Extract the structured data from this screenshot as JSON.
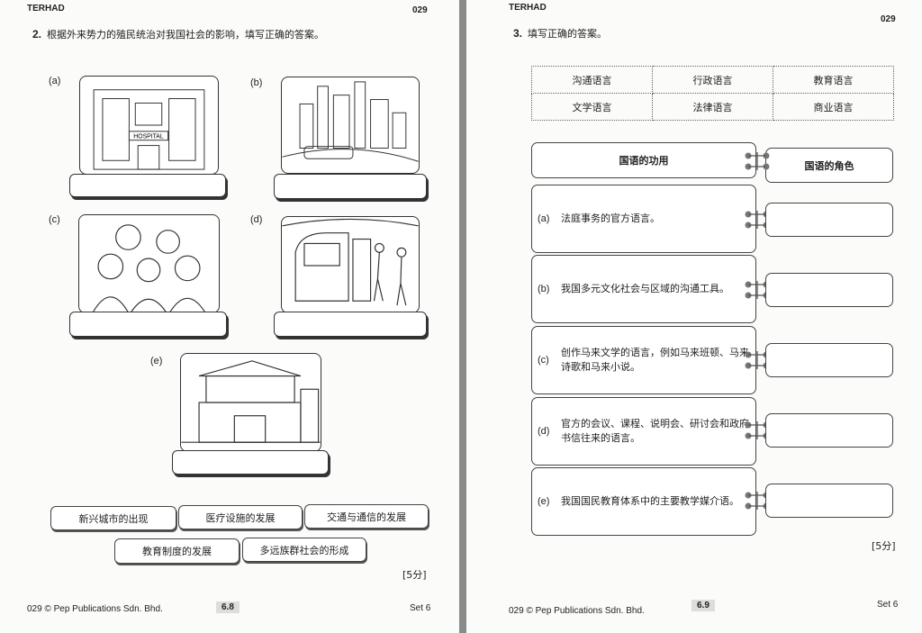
{
  "left_page": {
    "header": "TERHAD",
    "code": "029",
    "question_number": "2.",
    "question": "根据外来势力的殖民统治对我国社会的影响，填写正确的答案。",
    "pictures": [
      {
        "label": "(a)",
        "subject": "hospital-building",
        "sign": "HOSPITAL"
      },
      {
        "label": "(b)",
        "subject": "modern-city"
      },
      {
        "label": "(c)",
        "subject": "multiracial-children"
      },
      {
        "label": "(d)",
        "subject": "train-station"
      },
      {
        "label": "(e)",
        "subject": "school-building"
      }
    ],
    "options": [
      "新兴城市的出现",
      "医疗设施的发展",
      "交通与通信的发展",
      "教育制度的发展",
      "多远族群社会的形成"
    ],
    "marks": "[5分]",
    "footer": {
      "publisher": "029 © Pep Publications Sdn. Bhd.",
      "page": "6.8",
      "set": "Set 6"
    }
  },
  "right_page": {
    "header": "TERHAD",
    "code": "029",
    "question_number": "3.",
    "question": "填写正确的答案。",
    "word_bank": [
      [
        "沟通语言",
        "行政语言",
        "教育语言"
      ],
      [
        "文学语言",
        "法律语言",
        "商业语言"
      ]
    ],
    "col_function": "国语的功用",
    "col_role": "国语的角色",
    "rows": [
      {
        "label": "(a)",
        "text": "法庭事务的官方语言。"
      },
      {
        "label": "(b)",
        "text": "我国多元文化社会与区域的沟通工具。"
      },
      {
        "label": "(c)",
        "text": "创作马来文学的语言，例如马来班顿、马来诗歌和马来小说。"
      },
      {
        "label": "(d)",
        "text": "官方的会议、课程、说明会、研讨会和政府书信往来的语言。"
      },
      {
        "label": "(e)",
        "text": "我国国民教育体系中的主要教学媒介语。"
      }
    ],
    "marks": "[5分]",
    "footer": {
      "publisher": "029 © Pep Publications Sdn. Bhd.",
      "page": "6.9",
      "set": "Set 6"
    }
  }
}
